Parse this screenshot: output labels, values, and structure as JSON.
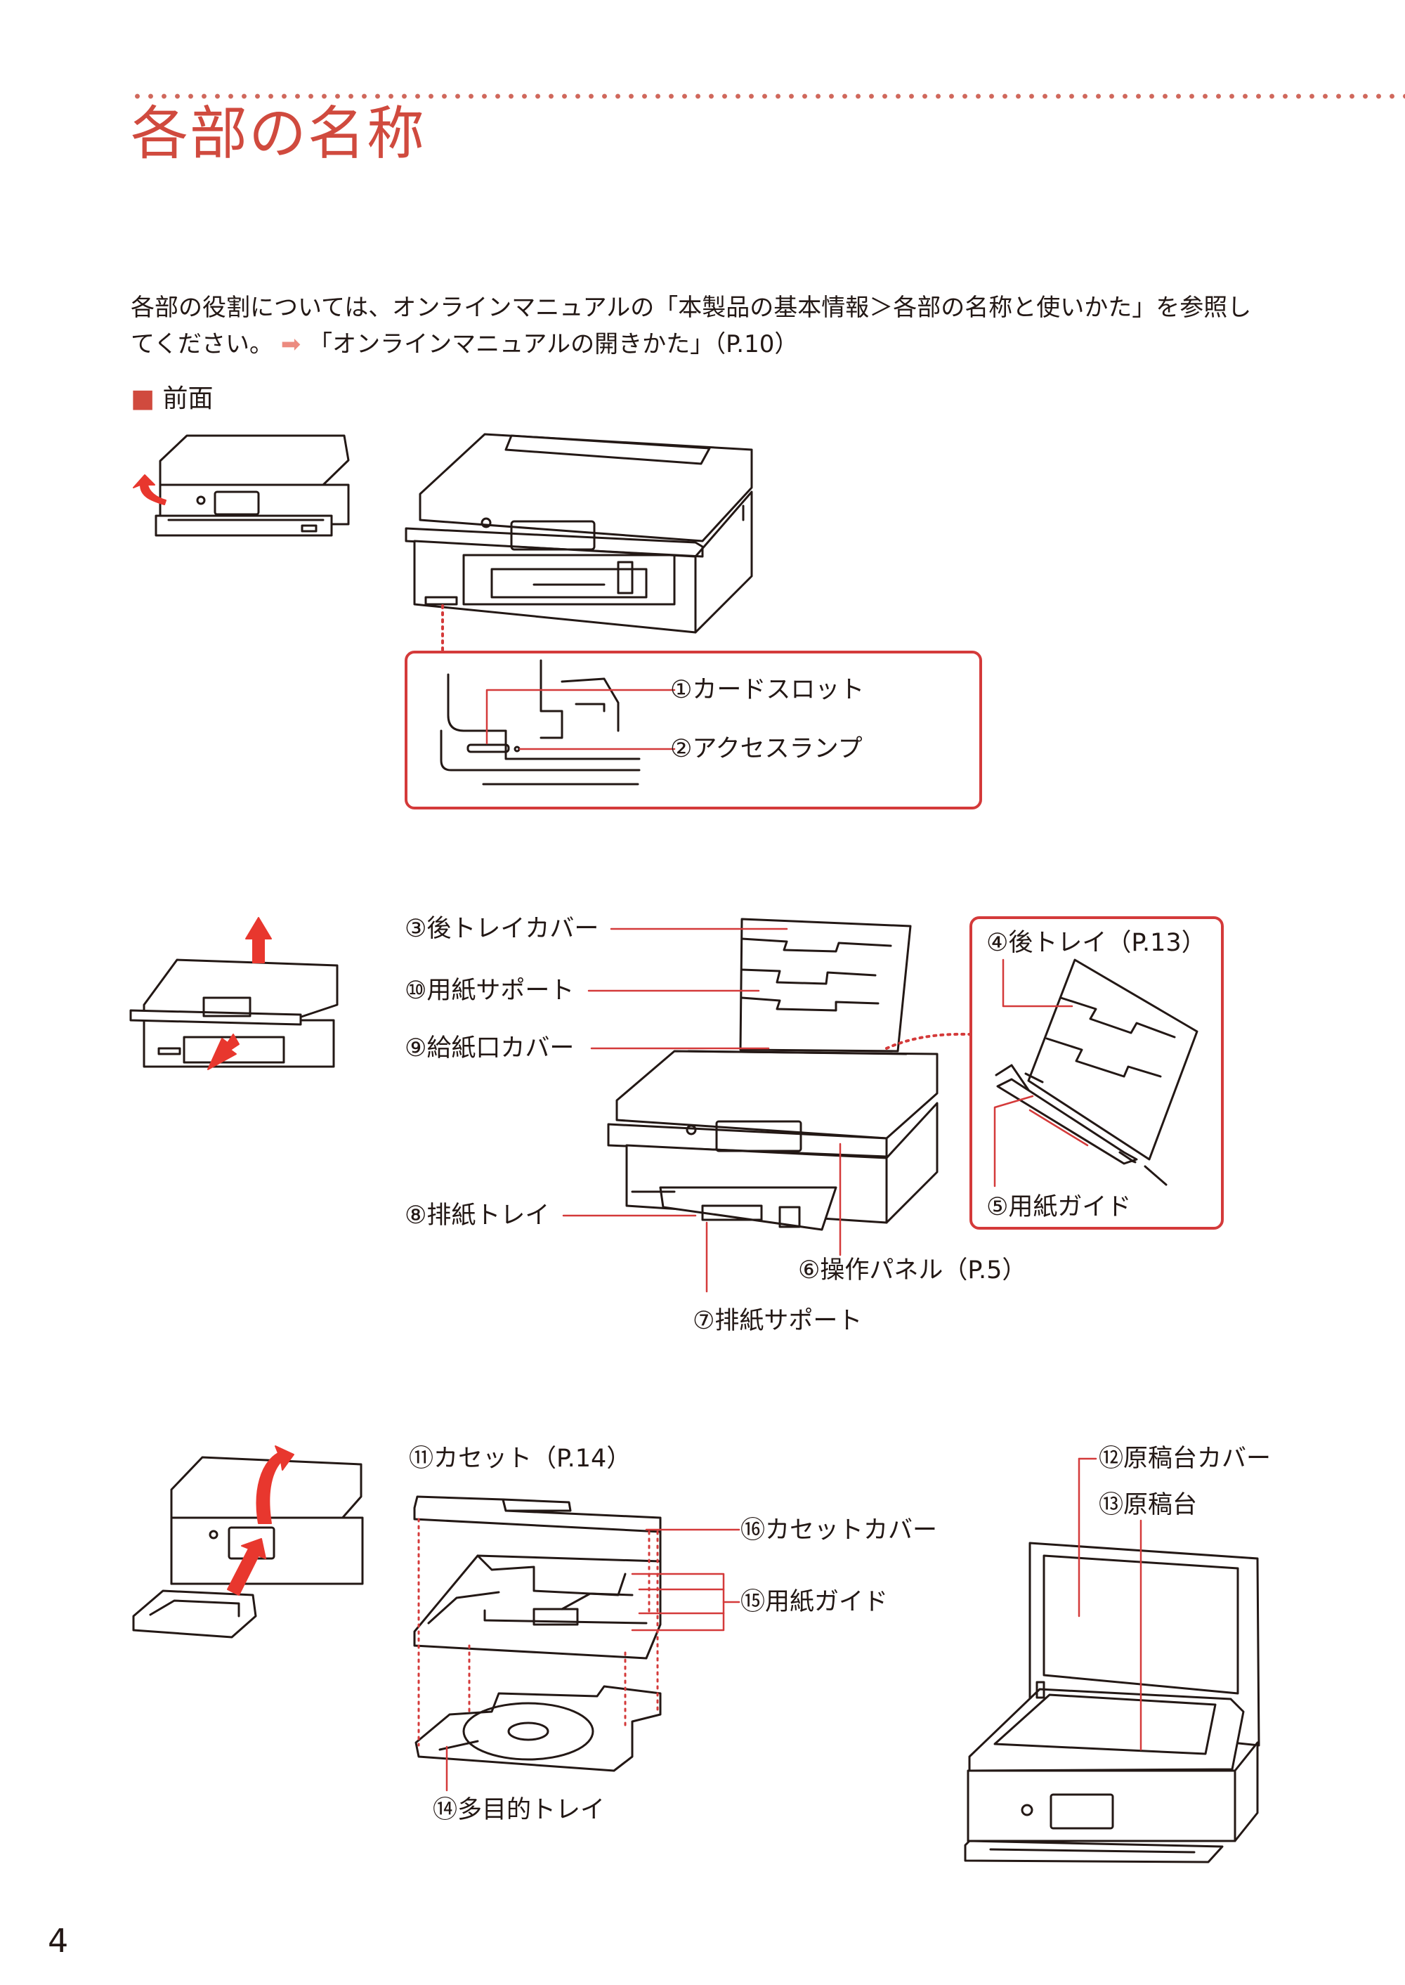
{
  "page": {
    "title": "各部の名称",
    "intro_line1": "各部の役割については、オンラインマニュアルの「本製品の基本情報＞各部の名称と使いかた」を参照し",
    "intro_line2_prefix": "てください。",
    "intro_line2_link": "「オンラインマニュアルの開きかた」（P.10）",
    "section_heading": "前面",
    "page_number": "4"
  },
  "labels": {
    "card_slot": "①カードスロット",
    "access_lamp": "②アクセスランプ",
    "rear_tray_cover": "③後トレイカバー",
    "rear_tray": "④後トレイ（P.13）",
    "paper_guide_rear": "⑤用紙ガイド",
    "operation_panel": "⑥操作パネル（P.5）",
    "output_support": "⑦排紙サポート",
    "output_tray": "⑧排紙トレイ",
    "feed_slot_cover": "⑨給紙口カバー",
    "paper_support": "⑩用紙サポート",
    "cassette": "⑪カセット（P.14）",
    "document_cover": "⑫原稿台カバー",
    "platen": "⑬原稿台",
    "multipurpose_tray": "⑭多目的トレイ",
    "paper_guide_cassette": "⑮用紙ガイド",
    "cassette_cover": "⑯カセットカバー"
  },
  "icons": {
    "link_arrow": "right-arrow-icon",
    "section_marker": "square-icon",
    "lift_arrow": "arrow-icon"
  },
  "colors": {
    "accent": "#d04a3e",
    "callout_border": "#d43a3a",
    "arrow_red": "#e8372e",
    "line": "#231815"
  }
}
